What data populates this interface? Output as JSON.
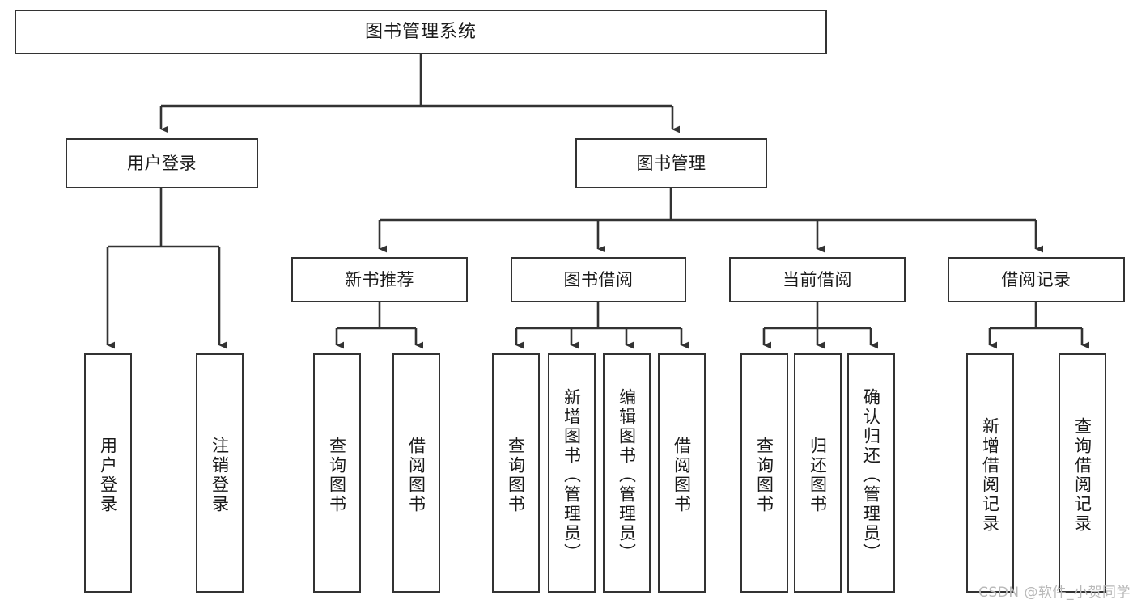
{
  "diagram": {
    "title": "图书管理系统",
    "type": "tree-hierarchy-diagram",
    "colors": {
      "box_border": "#333333",
      "box_fill": "#ffffff",
      "edge": "#333333",
      "text": "#1a1a1a",
      "watermark": "#b8b8b8",
      "background": "#ffffff"
    }
  },
  "nodes": {
    "root": {
      "label": "图书管理系统"
    },
    "level1": [
      {
        "label": "用户登录"
      },
      {
        "label": "图书管理"
      }
    ],
    "level2": [
      {
        "label": "新书推荐"
      },
      {
        "label": "图书借阅"
      },
      {
        "label": "当前借阅"
      },
      {
        "label": "借阅记录"
      }
    ],
    "leaves": {
      "user_login": [
        {
          "label": "用户登录"
        },
        {
          "label": "注销登录"
        }
      ],
      "new_book_recommend": [
        {
          "label": "查询图书"
        },
        {
          "label": "借阅图书"
        }
      ],
      "book_borrow": [
        {
          "label": "查询图书"
        },
        {
          "label": "新增图书（管理员）"
        },
        {
          "label": "编辑图书（管理员）"
        },
        {
          "label": "借阅图书"
        }
      ],
      "current_borrow": [
        {
          "label": "查询图书"
        },
        {
          "label": "归还图书"
        },
        {
          "label": "确认归还（管理员）"
        }
      ],
      "borrow_record": [
        {
          "label": "新增借阅记录"
        },
        {
          "label": "查询借阅记录"
        }
      ]
    }
  },
  "watermark": {
    "text": "CSDN @软件_小贺同学"
  }
}
